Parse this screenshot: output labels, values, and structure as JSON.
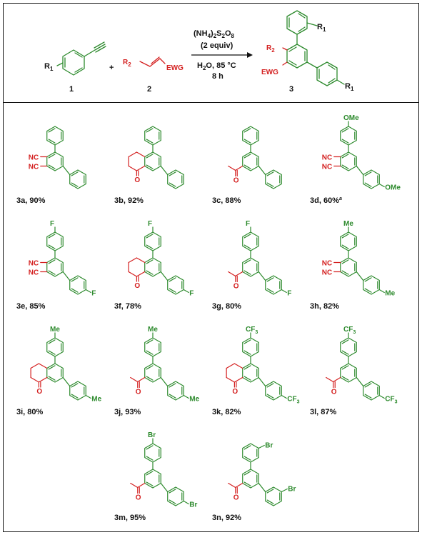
{
  "scheme": {
    "reactant1": {
      "label": "1",
      "substituent": "R",
      "substituent_sub": "1"
    },
    "plus": "+",
    "reactant2": {
      "label": "2",
      "substituent": "R",
      "substituent_sub": "2",
      "group": "EWG"
    },
    "reagent_line1": {
      "a": "(NH",
      "b": "4",
      "c": ")",
      "d": "2",
      "e": "S",
      "f": "2",
      "g": "O",
      "h": "8"
    },
    "reagent_line2": "(2 equiv)",
    "conditions_line1": {
      "a": "H",
      "b": "2",
      "c": "O, 85 °C"
    },
    "conditions_line2": "8 h",
    "product": {
      "label": "3",
      "r1": "R",
      "r1_sub": "1",
      "r2": "R",
      "r2_sub": "2",
      "group": "EWG",
      "r1b": "R",
      "r1b_sub": "1"
    }
  },
  "compounds": [
    {
      "id": "3a",
      "yield": "3a, 90%",
      "core": "dicyano",
      "subs": [
        "",
        ""
      ]
    },
    {
      "id": "3b",
      "yield": "3b, 92%",
      "core": "tetralone",
      "subs": [
        "",
        ""
      ]
    },
    {
      "id": "3c",
      "yield": "3c, 88%",
      "core": "acetyl",
      "subs": [
        "",
        ""
      ]
    },
    {
      "id": "3d",
      "yield": "3d, 60%",
      "footnote": "a",
      "core": "dicyano",
      "subs": [
        "OMe",
        "OMe"
      ]
    },
    {
      "id": "3e",
      "yield": "3e, 85%",
      "core": "dicyano",
      "subs": [
        "F",
        "F"
      ]
    },
    {
      "id": "3f",
      "yield": "3f, 78%",
      "core": "tetralone",
      "subs": [
        "F",
        "F"
      ]
    },
    {
      "id": "3g",
      "yield": "3g, 80%",
      "core": "acetyl",
      "subs": [
        "F",
        "F"
      ]
    },
    {
      "id": "3h",
      "yield": "3h, 82%",
      "core": "dicyano",
      "subs": [
        "Me",
        "Me"
      ]
    },
    {
      "id": "3i",
      "yield": "3i, 80%",
      "core": "tetralone",
      "subs": [
        "Me",
        "Me"
      ]
    },
    {
      "id": "3j",
      "yield": "3j, 93%",
      "core": "acetyl",
      "subs": [
        "Me",
        "Me"
      ]
    },
    {
      "id": "3k",
      "yield": "3k, 82%",
      "core": "tetralone",
      "subs": [
        "CF3",
        "CF3"
      ]
    },
    {
      "id": "3l",
      "yield": "3l, 87%",
      "core": "acetyl",
      "subs": [
        "CF3",
        "CF3"
      ]
    },
    {
      "id": "3m",
      "yield": "3m, 95%",
      "core": "acetyl",
      "subs": [
        "Br",
        "Br"
      ]
    },
    {
      "id": "3n",
      "yield": "3n, 92%",
      "core": "acetyl",
      "subs": [
        "Br",
        "Br"
      ],
      "ortho": true
    }
  ],
  "atom_labels": {
    "nc": "NC",
    "o": "O",
    "f": "F",
    "me": "Me",
    "ome": "OMe",
    "br": "Br",
    "cf": "CF",
    "cf_sub": "3"
  },
  "colors": {
    "green": "#2d8a2d",
    "red": "#d42020",
    "black": "#111111"
  }
}
